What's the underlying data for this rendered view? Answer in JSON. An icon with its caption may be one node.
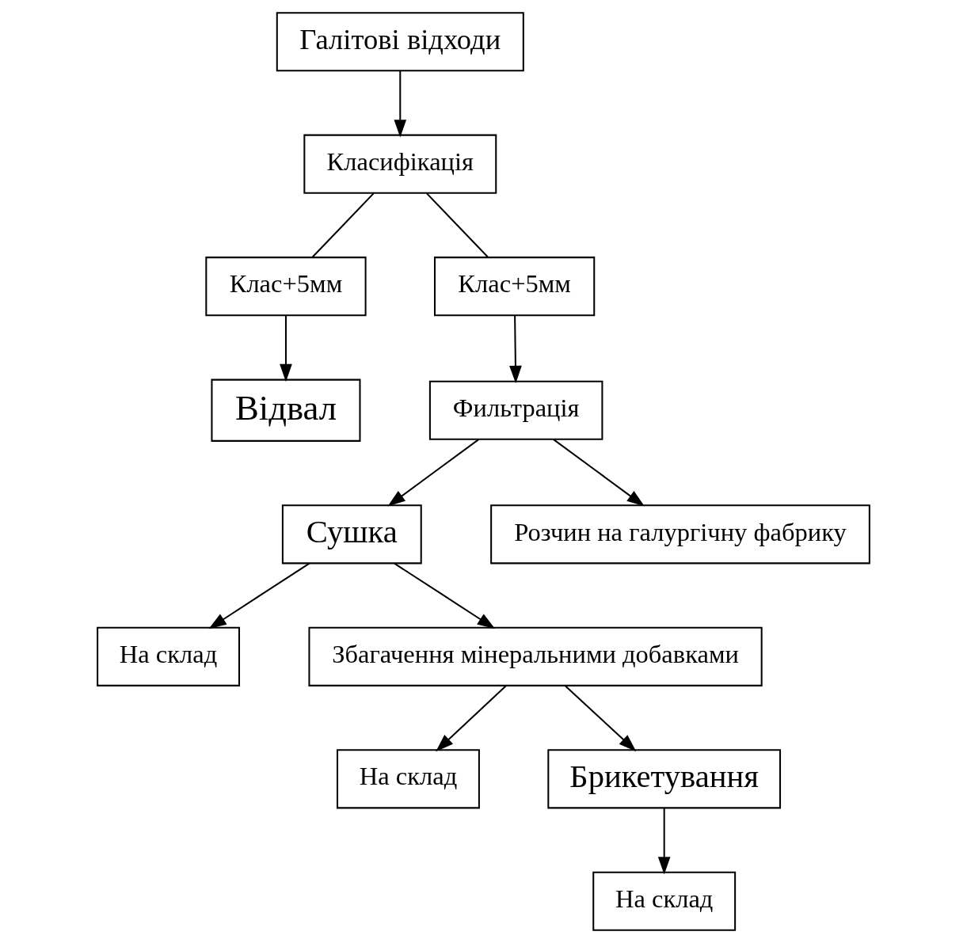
{
  "diagram": {
    "nodes": [
      {
        "text": [
          "Галітові відходи"
        ]
      },
      {
        "text": [
          "Класифікація"
        ]
      },
      {
        "text": [
          "Клас+5мм"
        ]
      },
      {
        "text": [
          "Клас+5мм"
        ]
      },
      {
        "text": [
          "Відвал"
        ]
      },
      {
        "text": [
          "Фильтрація"
        ]
      },
      {
        "text": [
          "Сушка"
        ]
      },
      {
        "text": [
          "Розчин на галургічну фабрику"
        ]
      },
      {
        "text": [
          "На склад"
        ]
      },
      {
        "text": [
          "Збагачення мінеральними добавками"
        ]
      },
      {
        "text": [
          "На склад"
        ]
      },
      {
        "text": [
          "Брикетування"
        ]
      },
      {
        "text": [
          "На склад"
        ]
      }
    ],
    "edges": [
      {
        "from": 0,
        "to": 1,
        "arrow": "to"
      },
      {
        "from": 1,
        "to": 2,
        "arrow": "none"
      },
      {
        "from": 1,
        "to": 3,
        "arrow": "none"
      },
      {
        "from": 2,
        "to": 4,
        "arrow": "to"
      },
      {
        "from": 3,
        "to": 5,
        "arrow": "to"
      },
      {
        "from": 5,
        "to": 6,
        "arrow": "to"
      },
      {
        "from": 5,
        "to": 7,
        "arrow": "to"
      },
      {
        "from": 6,
        "to": 8,
        "arrow": "to"
      },
      {
        "from": 6,
        "to": 9,
        "arrow": "to"
      },
      {
        "from": 9,
        "to": 10,
        "arrow": "to"
      },
      {
        "from": 9,
        "to": 11,
        "arrow": "to"
      },
      {
        "from": 11,
        "to": 12,
        "arrow": "to"
      }
    ]
  }
}
